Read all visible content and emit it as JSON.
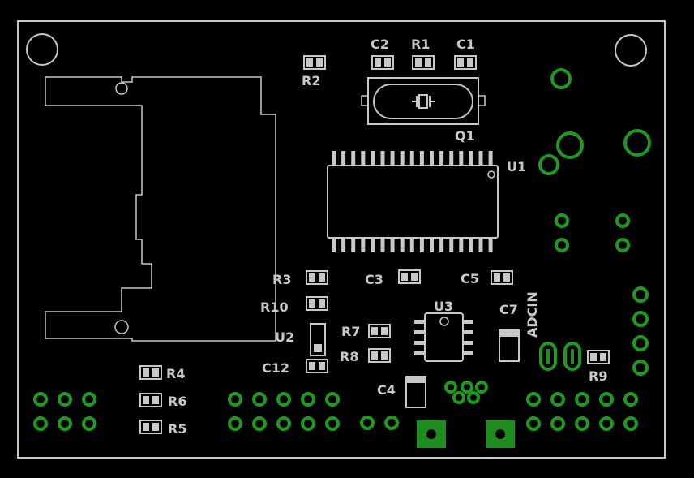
{
  "board": {
    "outline_color": "#c8c8c8",
    "copper_color": "#1e8c1e",
    "background": "#000000"
  },
  "labels": {
    "C2": "C2",
    "R1": "R1",
    "C1": "C1",
    "R2": "R2",
    "Q1": "Q1",
    "U1": "U1",
    "R3": "R3",
    "C3": "C3",
    "C5": "C5",
    "R10": "R10",
    "U3": "U3",
    "C7": "C7",
    "ADCIN": "ADCIN",
    "U2": "U2",
    "R7": "R7",
    "R8": "R8",
    "R9": "R9",
    "C12": "C12",
    "R4": "R4",
    "C4": "C4",
    "R6": "R6",
    "R5": "R5"
  }
}
